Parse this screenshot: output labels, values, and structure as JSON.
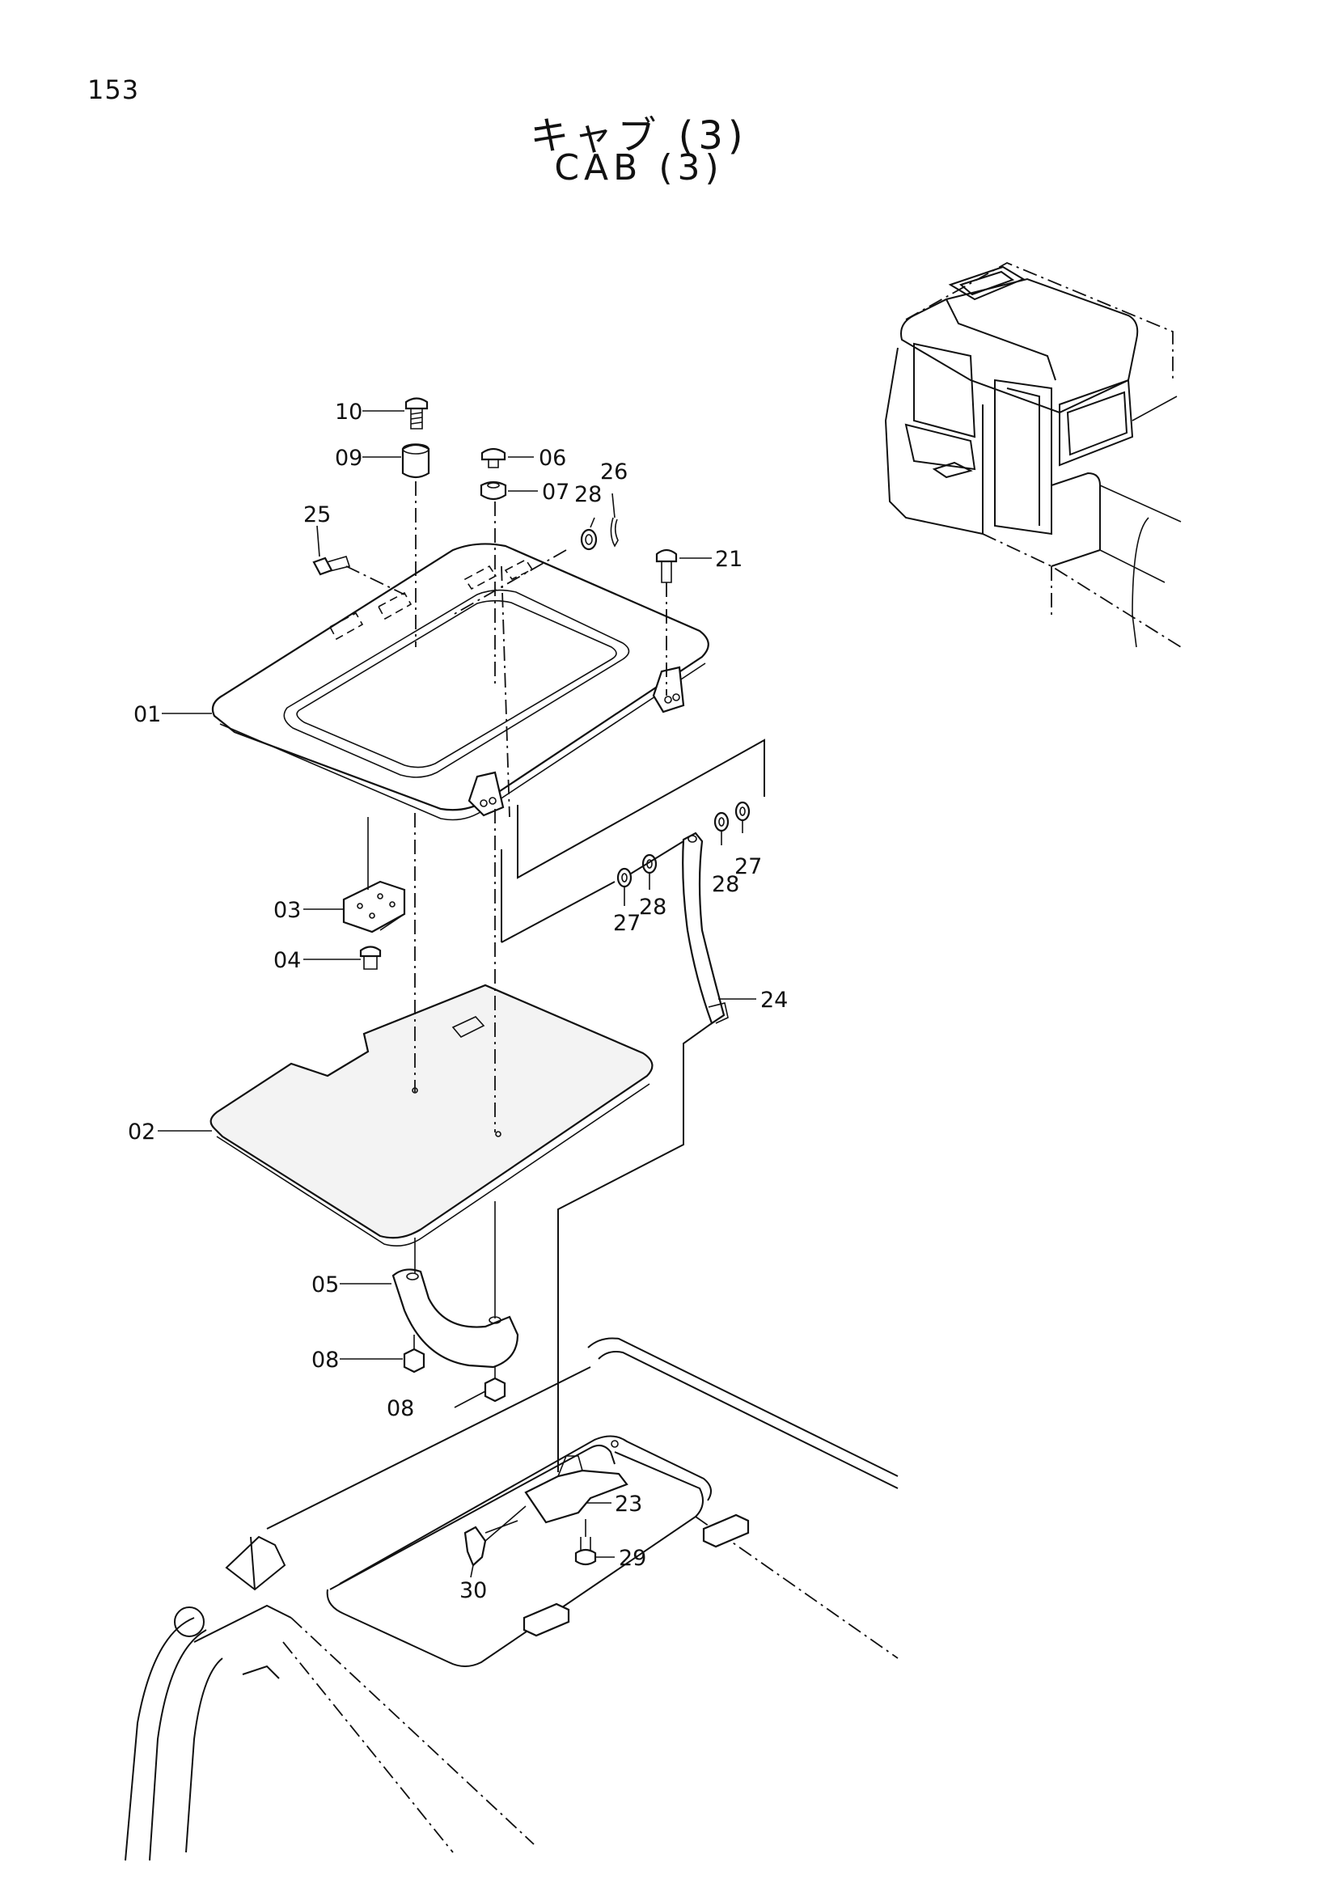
{
  "page_number": "153",
  "title_jp": "キャブ (3)",
  "title_en": "CAB (3)",
  "parts": [
    {
      "label": "10",
      "name": "bolt"
    },
    {
      "label": "09",
      "name": "spacer"
    },
    {
      "label": "06",
      "name": "bolt"
    },
    {
      "label": "07",
      "name": "cushion"
    },
    {
      "label": "26",
      "name": "pin"
    },
    {
      "label": "28",
      "name": "washer"
    },
    {
      "label": "25",
      "name": "bolt"
    },
    {
      "label": "21",
      "name": "bolt"
    },
    {
      "label": "01",
      "name": "roof-hatch"
    },
    {
      "label": "03",
      "name": "bracket"
    },
    {
      "label": "04",
      "name": "bolt"
    },
    {
      "label": "27",
      "name": "washer"
    },
    {
      "label": "28",
      "name": "washer"
    },
    {
      "label": "28",
      "name": "washer"
    },
    {
      "label": "27",
      "name": "washer"
    },
    {
      "label": "24",
      "name": "link-arm"
    },
    {
      "label": "02",
      "name": "mat"
    },
    {
      "label": "05",
      "name": "handle"
    },
    {
      "label": "08",
      "name": "nut"
    },
    {
      "label": "08",
      "name": "nut"
    },
    {
      "label": "23",
      "name": "latch"
    },
    {
      "label": "29",
      "name": "bolt"
    },
    {
      "label": "30",
      "name": "knob"
    }
  ]
}
